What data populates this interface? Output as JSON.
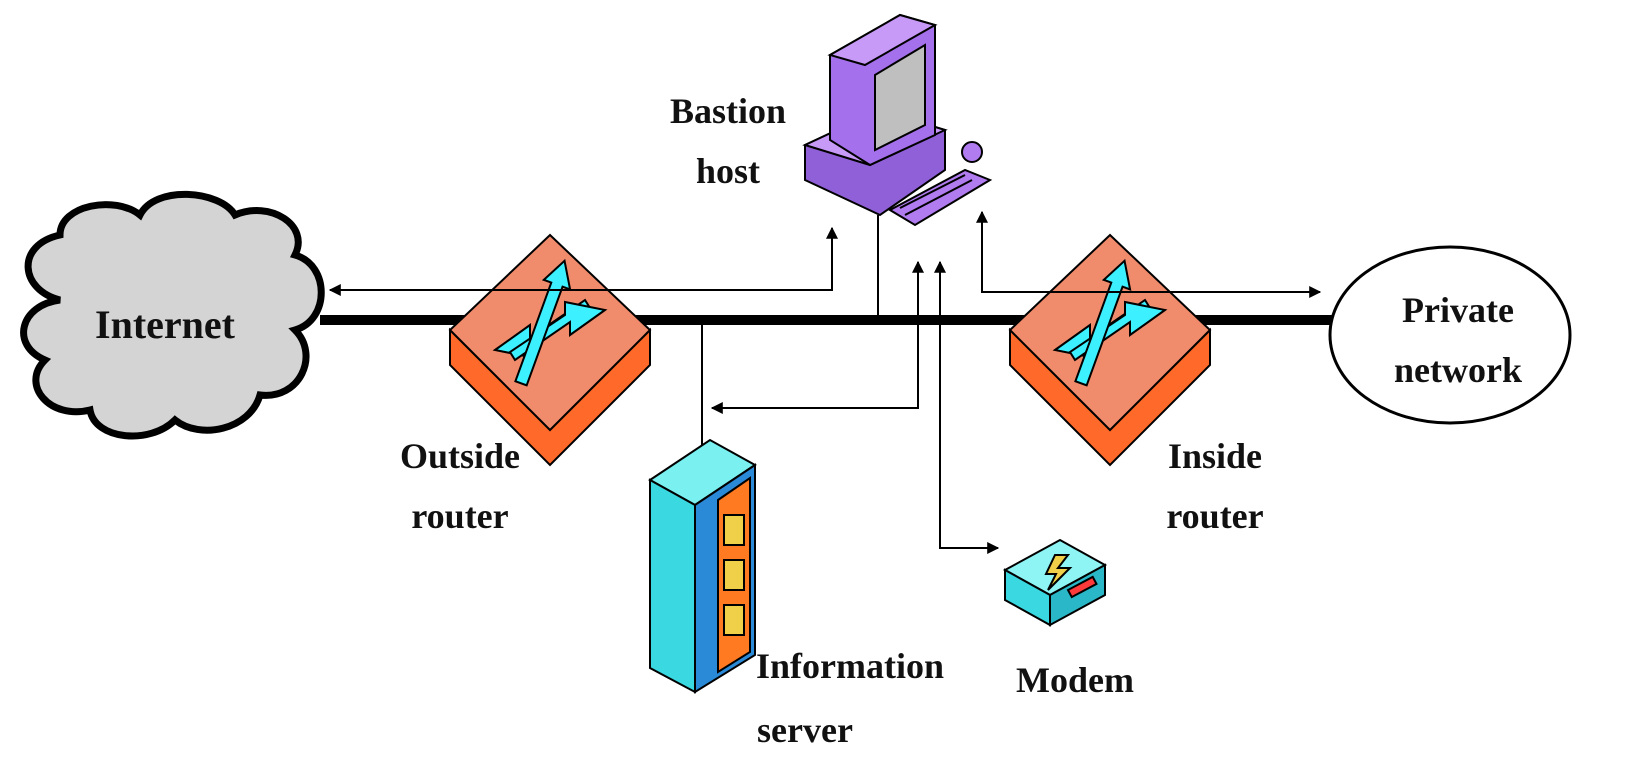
{
  "diagram": {
    "nodes": {
      "internet": {
        "label": "Internet",
        "icon": "cloud-icon",
        "color": "#d4d4d4"
      },
      "outside_router": {
        "label_line1": "Outside",
        "label_line2": "router",
        "icon": "router-icon",
        "top_color": "#f08c6c",
        "side_color": "#ff6a2a"
      },
      "bastion_host": {
        "label_line1": "Bastion",
        "label_line2": "host",
        "icon": "workstation-icon",
        "color": "#b07cf0"
      },
      "information_server": {
        "label_line1": "Information",
        "label_line2": "server",
        "icon": "server-tower-icon",
        "color": "#4ce6e6"
      },
      "modem": {
        "label": "Modem",
        "icon": "modem-icon",
        "color": "#5ee8e8"
      },
      "inside_router": {
        "label_line1": "Inside",
        "label_line2": "router",
        "icon": "router-icon",
        "top_color": "#f08c6c",
        "side_color": "#ff6a2a"
      },
      "private_network": {
        "label_line1": "Private",
        "label_line2": "network",
        "icon": "ellipse-icon"
      }
    },
    "colors": {
      "backbone": "#000000",
      "arrow": "#000000",
      "router_arrows": "#3cf0ff"
    }
  }
}
